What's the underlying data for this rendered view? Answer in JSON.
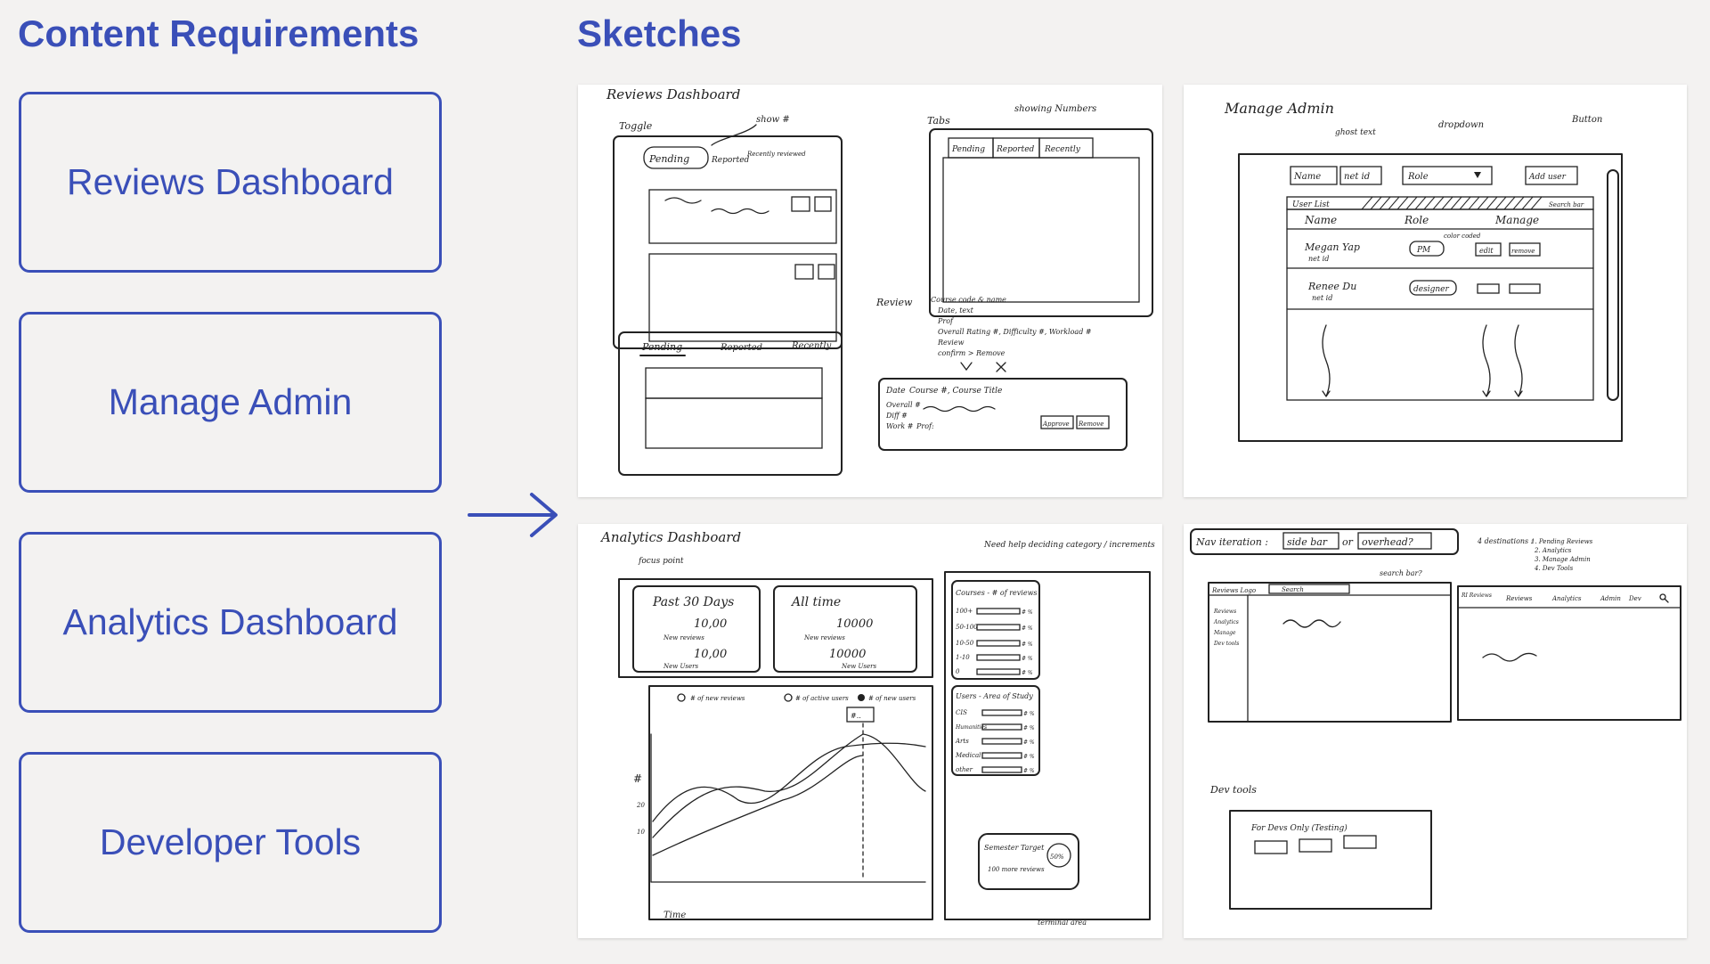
{
  "headings": {
    "content_requirements": "Content Requirements",
    "sketches": "Sketches"
  },
  "requirements": [
    {
      "label": "Reviews Dashboard"
    },
    {
      "label": "Manage Admin"
    },
    {
      "label": "Analytics Dashboard"
    },
    {
      "label": "Developer Tools"
    }
  ],
  "colors": {
    "accent": "#3a4fb8",
    "background": "#f3f2f1",
    "sketch_paper": "#ffffff"
  },
  "sketches": {
    "reviews": {
      "title": "Reviews Dashboard",
      "toggle": "Toggle",
      "show_count": "show #",
      "pending": "Pending",
      "reported": "Reported",
      "recently_reviewed": "Recently reviewed",
      "tabs": "Tabs",
      "showing_numbers": "showing Numbers",
      "recently": "Recently",
      "review_label": "Review",
      "review_fields": [
        "Course code & name",
        "Date, text",
        "Prof",
        "Overall Rating #, Difficulty #, Workload #",
        "Review",
        "confirm > Remove"
      ],
      "card_date": "Date",
      "card_course": "Course #, Course Title",
      "card_overall": "Overall #",
      "card_diff": "Diff #",
      "card_work": "Work #",
      "card_prof": "Prof:",
      "approve": "Approve",
      "remove": "Remove"
    },
    "manage": {
      "title": "Manage Admin",
      "ghost_text": "ghost text",
      "dropdown": "dropdown",
      "button": "Button",
      "name_field": "Name",
      "netid_field": "net id",
      "role_field": "Role",
      "add_user": "Add user",
      "user_list": "User List",
      "search_bar": "Search bar",
      "col_name": "Name",
      "col_role": "Role",
      "col_manage": "Manage",
      "color_coded": "color coded",
      "user1_name": "Megan Yap",
      "user1_netid": "net id",
      "user1_role": "PM",
      "edit": "edit",
      "remove": "remove",
      "user2_name": "Renee Du",
      "user2_netid": "net id",
      "user2_role": "designer"
    },
    "analytics": {
      "title": "Analytics Dashboard",
      "focus_point": "focus point",
      "tip": "Need help deciding category / increments",
      "past30": "Past 30 Days",
      "past30_reviews": "10,00",
      "new_reviews": "New reviews",
      "past30_users": "10,00",
      "new_users": "New Users",
      "alltime": "All time",
      "alltime_reviews": "10000",
      "alltime_users": "10000",
      "legend_reviews": "# of new reviews",
      "legend_active": "# of active users",
      "legend_newusers": "# of new users",
      "y_axis": "#",
      "y_tick_high": "20",
      "y_tick_low": "10",
      "x_axis": "Time",
      "tooltip": "#..",
      "courses_title": "Courses - # of reviews",
      "course_buckets": [
        "100+",
        "50-100",
        "10-50",
        "1-10",
        "0"
      ],
      "pct": "# %",
      "users_title": "Users - Area of Study",
      "study_areas": [
        "CIS",
        "Humanities",
        "Arts",
        "Medical",
        "other"
      ],
      "semester_target": "Semester Target",
      "target_pct": "50%",
      "target_text": "100 more reviews",
      "terminal_area": "terminal area"
    },
    "nav": {
      "question": "Nav iteration :",
      "option_sidebar": "side bar",
      "or": "or",
      "option_overhead": "overhead?",
      "destinations_title": "4 destinations :",
      "destinations": [
        "1. Pending Reviews",
        "2. Analytics",
        "3. Manage Admin",
        "4. Dev Tools"
      ],
      "search_q": "search bar?",
      "logo": "Reviews Logo",
      "search": "Search",
      "side_items": [
        "Reviews",
        "Analytics",
        "Manage",
        "Dev tools"
      ],
      "logo_short": "RI Reviews",
      "top_items": [
        "Reviews",
        "Analytics",
        "Admin",
        "Dev"
      ],
      "dev_title": "Dev tools",
      "dev_text": "For Devs Only (Testing)"
    }
  }
}
